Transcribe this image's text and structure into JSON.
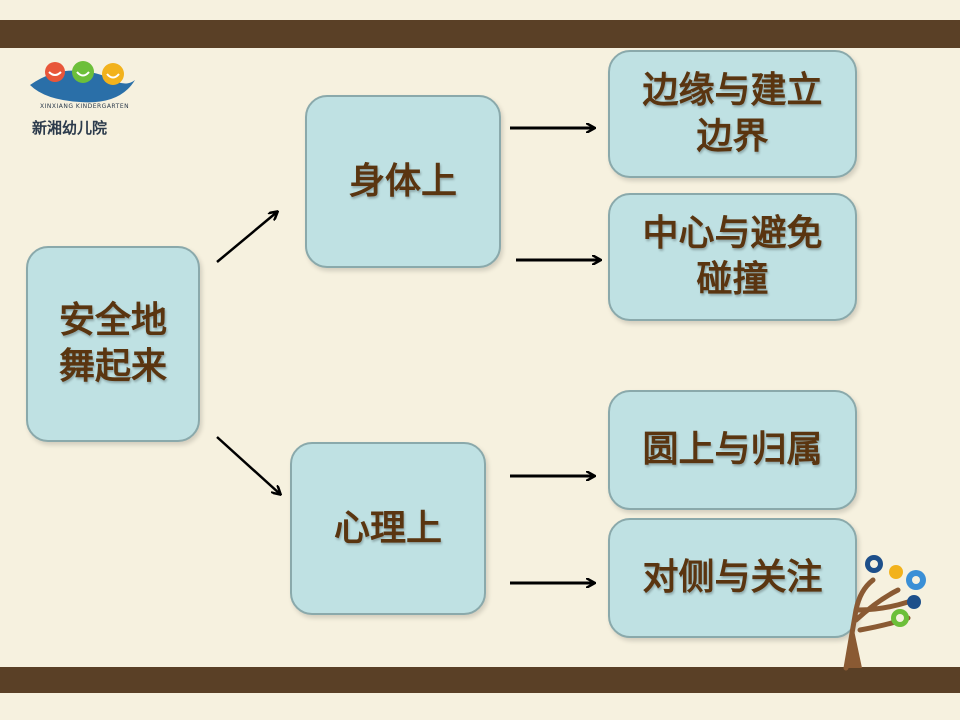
{
  "logo": {
    "name": "新湘幼儿院",
    "subtitle": "XINXIANG KINDERGARTEN"
  },
  "colors": {
    "band": "#5a4026",
    "background": "#f6f1df",
    "box_fill": "#bfe1e3",
    "text": "#5a3510"
  },
  "root": {
    "label": "安全地\n舞起来"
  },
  "branches": [
    {
      "label": "身体上",
      "leaves": [
        {
          "label": "边缘与建立\n边界"
        },
        {
          "label": "中心与避免\n碰撞"
        }
      ]
    },
    {
      "label": "心理上",
      "leaves": [
        {
          "label": "圆上与归属"
        },
        {
          "label": "对侧与关注"
        }
      ]
    }
  ]
}
